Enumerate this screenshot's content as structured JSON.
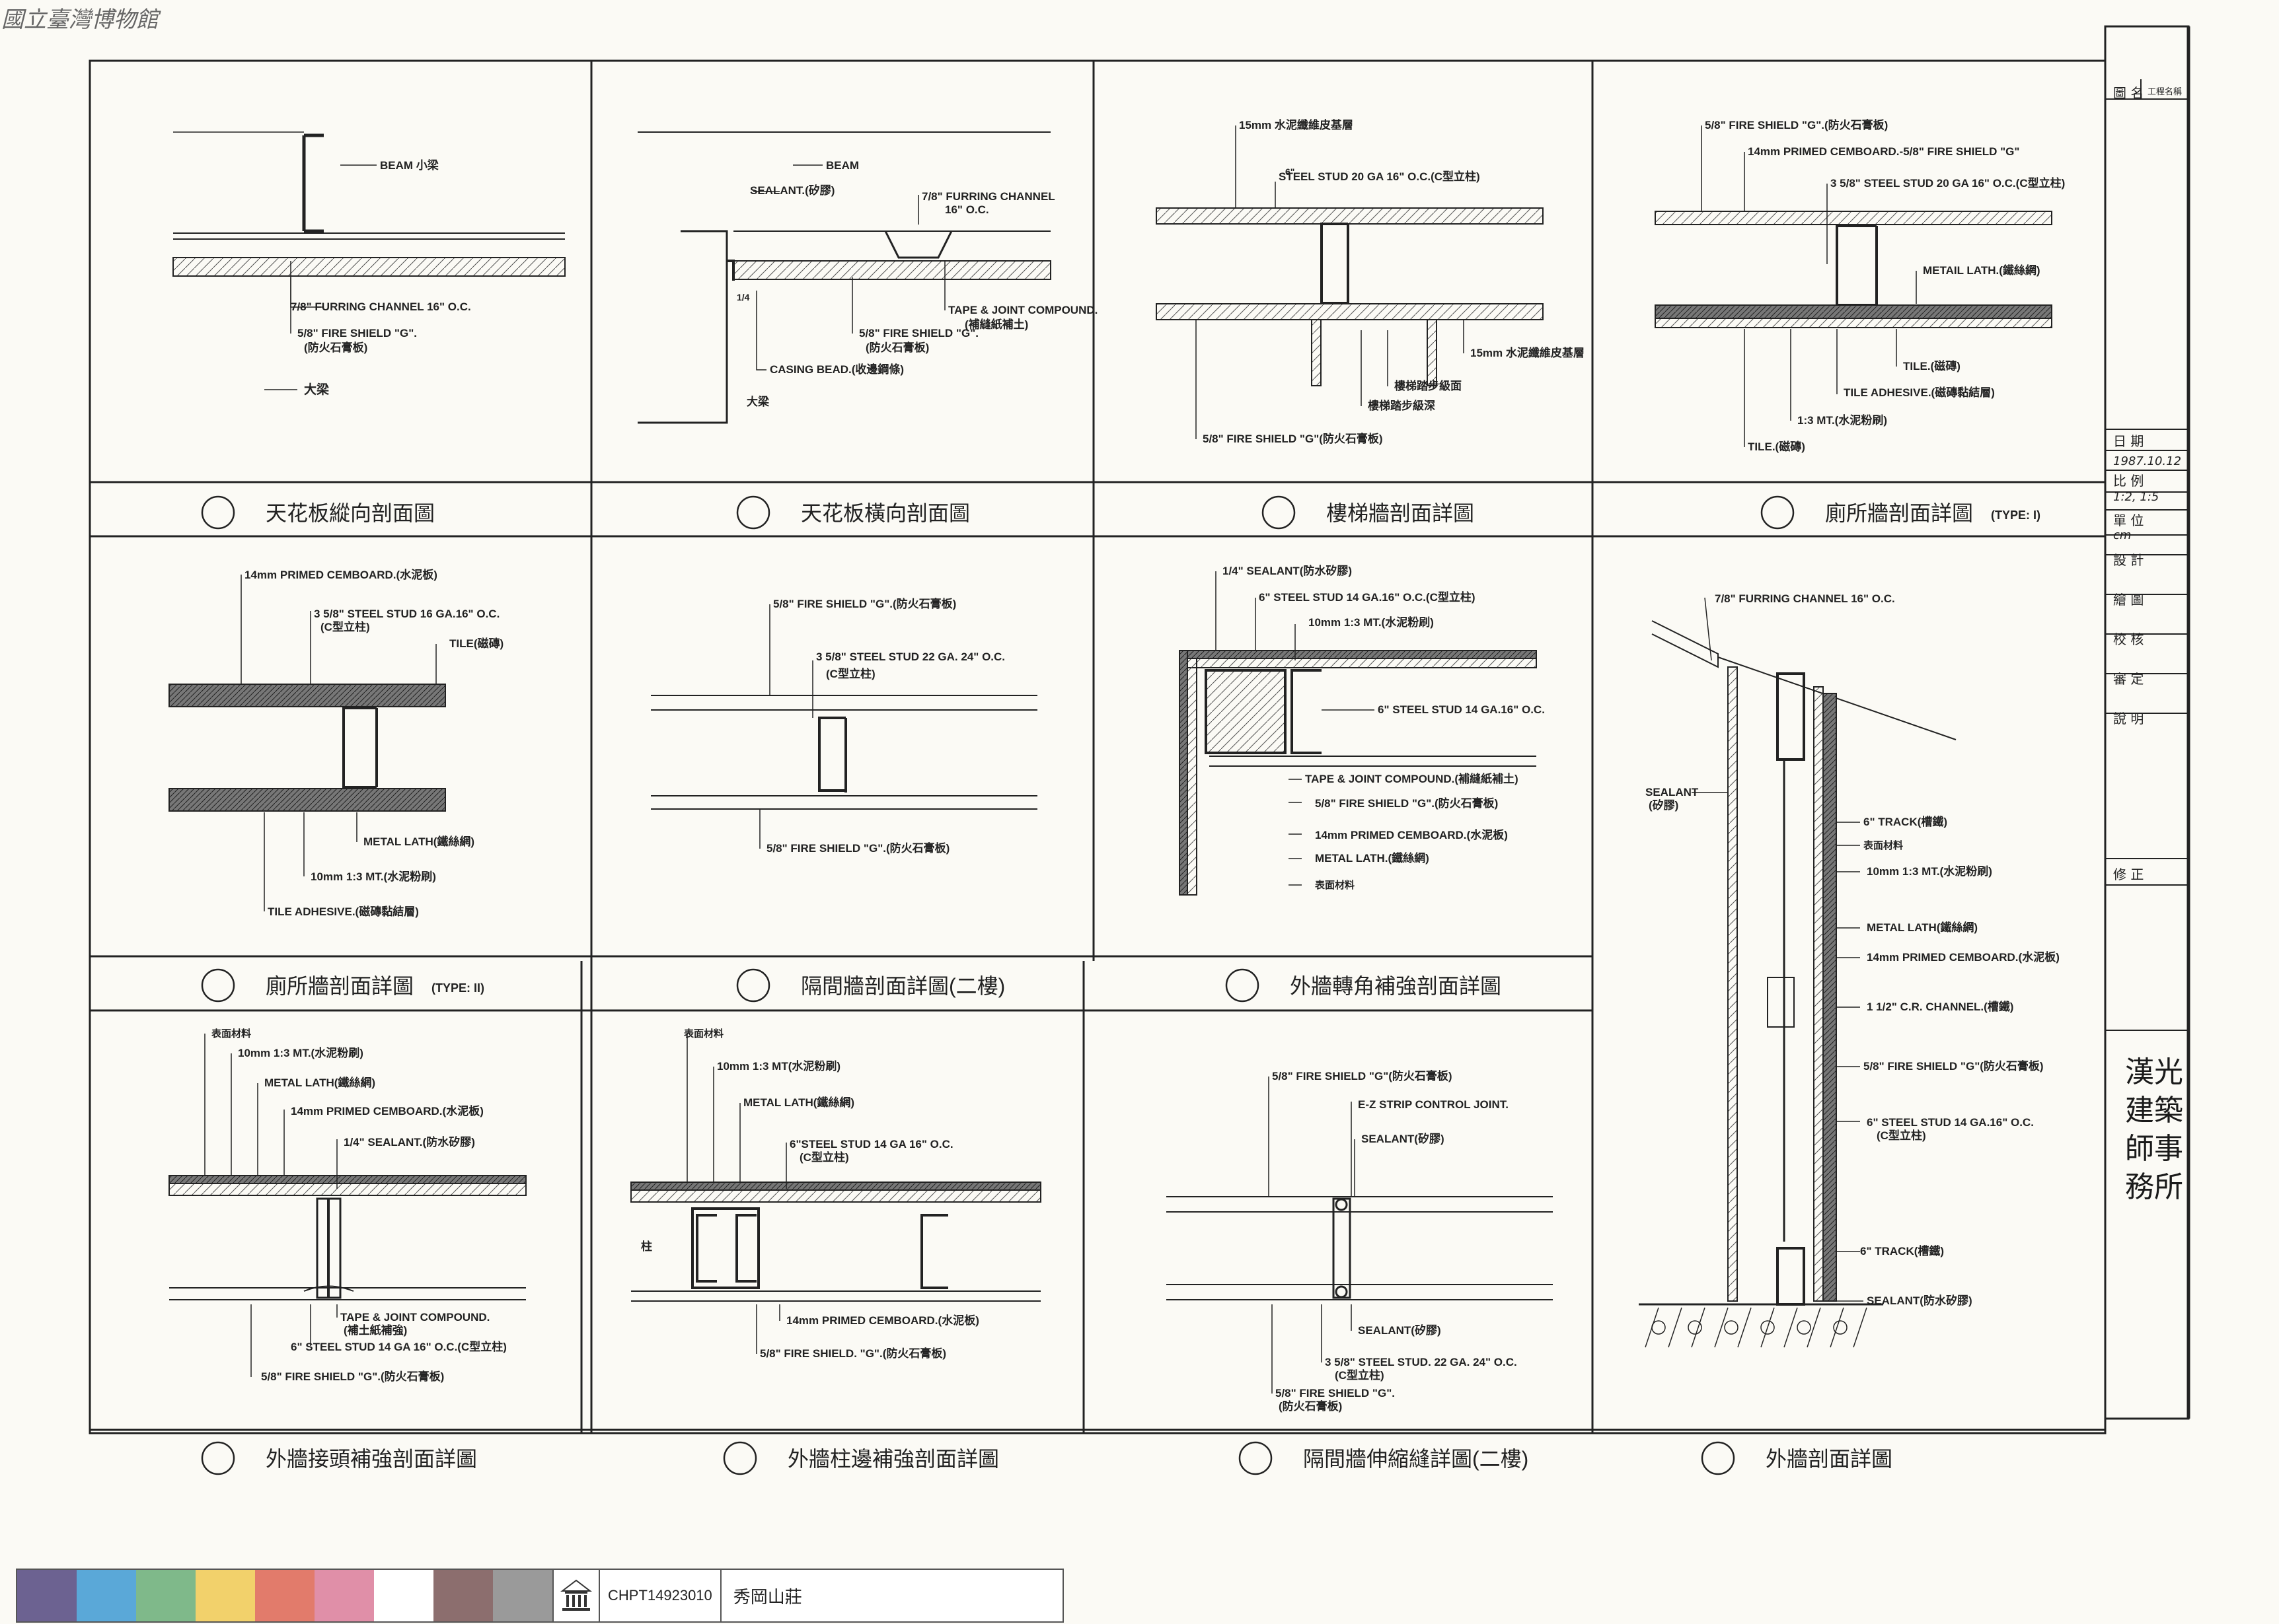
{
  "watermark": "國立臺灣博物館",
  "title_block": {
    "drawing_name_label": "圖 名",
    "project_label": "工程名稱",
    "date_label": "日 期",
    "date_value": "1987.10.12",
    "scale_label": "比 例",
    "scale_value": "1:2, 1:5",
    "unit_label": "單 位",
    "unit_value": "cm",
    "design_label": "設 計",
    "draw_label": "繪 圖",
    "check_label": "校 核",
    "approve_label": "審 定",
    "note_label": "說 明",
    "revision_label": "修 正",
    "firm": "漢光建築師事務所"
  },
  "details": [
    {
      "title": "天花板縱向剖面圖",
      "labels": [
        "BEAM 小梁",
        "7/8\" FURRING CHANNEL 16\" O.C.",
        "5/8\" FIRE SHIELD \"G\".",
        "(防火石膏板)",
        "大梁"
      ]
    },
    {
      "title": "天花板橫向剖面圖",
      "labels": [
        "BEAM",
        "SEALANT.(矽膠)",
        "7/8\" FURRING CHANNEL",
        "16\" O.C.",
        "1/4",
        "TAPE & JOINT COMPOUND.",
        "(補縫紙補土)",
        "5/8\" FIRE SHIELD \"G\".",
        "(防火石膏板)",
        "CASING BEAD.(收邊鋼條)",
        "大梁"
      ]
    },
    {
      "title": "樓梯牆剖面詳圖",
      "labels": [
        "15mm 水泥纖維皮基層",
        "6\"",
        "STEEL STUD 20 GA 16\" O.C.(C型立柱)",
        "15mm 水泥纖維皮基層",
        "樓梯踏步級面",
        "樓梯踏步級深",
        "5/8\" FIRE SHIELD \"G\"(防火石膏板)"
      ]
    },
    {
      "title": "廁所牆剖面詳圖",
      "type": "(TYPE: I)",
      "labels": [
        "5/8\" FIRE SHIELD \"G\".(防火石膏板)",
        "14mm PRIMED CEMBOARD.-5/8\" FIRE SHIELD \"G\"",
        "3 5/8\" STEEL STUD 20 GA 16\" O.C.(C型立柱)",
        "METAIL LATH.(鐵絲網)",
        "TILE.(磁磚)",
        "TILE ADHESIVE.(磁磚黏結層)",
        "1:3 MT.(水泥粉刷)",
        "TILE.(磁磚)"
      ]
    },
    {
      "title": "廁所牆剖面詳圖",
      "type": "(TYPE: II)",
      "labels": [
        "14mm PRIMED CEMBOARD.(水泥板)",
        "3 5/8\" STEEL STUD 16 GA.16\" O.C.",
        "(C型立柱)",
        "TILE(磁磚)",
        "METAL LATH(鐵絲網)",
        "10mm 1:3 MT.(水泥粉刷)",
        "TILE ADHESIVE.(磁磚黏結層)"
      ]
    },
    {
      "title": "隔間牆剖面詳圖(二樓)",
      "labels": [
        "5/8\" FIRE SHIELD \"G\".(防火石膏板)",
        "3 5/8\" STEEL STUD 22 GA. 24\" O.C.",
        "(C型立柱)",
        "5/8\" FIRE SHIELD \"G\".(防火石膏板)"
      ]
    },
    {
      "title": "外牆轉角補強剖面詳圖",
      "labels": [
        "1/4\" SEALANT(防水矽膠)",
        "6\" STEEL STUD 14 GA.16\" O.C.(C型立柱)",
        "10mm 1:3 MT.(水泥粉刷)",
        "6\" STEEL STUD 14 GA.16\" O.C.",
        "TAPE & JOINT COMPOUND.(補縫紙補土)",
        "5/8\" FIRE SHIELD \"G\".(防火石膏板)",
        "14mm PRIMED CEMBOARD.(水泥板)",
        "METAL LATH.(鐵絲網)",
        "表面材料"
      ]
    },
    {
      "title": "外牆接頭補強剖面詳圖",
      "labels": [
        "表面材料",
        "10mm 1:3 MT.(水泥粉刷)",
        "METAL LATH(鐵絲網)",
        "14mm PRIMED CEMBOARD.(水泥板)",
        "1/4\" SEALANT.(防水矽膠)",
        "TAPE & JOINT COMPOUND.",
        "(補土紙補強)",
        "6\" STEEL STUD 14 GA 16\" O.C.(C型立柱)",
        "5/8\" FIRE SHIELD \"G\".(防火石膏板)"
      ]
    },
    {
      "title": "外牆柱邊補強剖面詳圖",
      "labels": [
        "表面材料",
        "10mm 1:3 MT(水泥粉刷)",
        "METAL LATH(鐵絲網)",
        "6\"STEEL STUD 14 GA 16\" O.C.",
        "(C型立柱)",
        "柱",
        "14mm PRIMED CEMBOARD.(水泥板)",
        "5/8\" FIRE SHIELD. \"G\".(防火石膏板)"
      ]
    },
    {
      "title": "隔間牆伸縮縫詳圖(二樓)",
      "labels": [
        "5/8\" FIRE SHIELD \"G\"(防火石膏板)",
        "E-Z STRIP CONTROL JOINT.",
        "SEALANT(矽膠)",
        "SEALANT(矽膠)",
        "3 5/8\" STEEL STUD. 22 GA. 24\" O.C.",
        "(C型立柱)",
        "5/8\" FIRE SHIELD \"G\".",
        "(防火石膏板)"
      ]
    },
    {
      "title": "外牆剖面詳圖",
      "labels": [
        "7/8\" FURRING CHANNEL 16\" O.C.",
        "SEALANT",
        "(矽膠)",
        "6\" TRACK(槽鐵)",
        "表面材料",
        "10mm 1:3 MT.(水泥粉刷)",
        "METAL LATH(鐵絲網)",
        "14mm PRIMED CEMBOARD.(水泥板)",
        "1 1/2\" C.R. CHANNEL.(槽鐵)",
        "5/8\" FIRE SHIELD \"G\"(防火石膏板)",
        "6\" STEEL STUD 14 GA.16\" O.C.",
        "(C型立柱)",
        "6\" TRACK(槽鐵)",
        "SEALANT(防水矽膠)"
      ]
    }
  ],
  "strip": {
    "colors": [
      "#6c6291",
      "#5aa8d8",
      "#7fb98a",
      "#f2d16b",
      "#e27b6b",
      "#e08fa8",
      "#ffffff",
      "#8c6e6e",
      "#9a9a9a"
    ],
    "code": "CHPT14923010",
    "name": "秀岡山莊"
  }
}
